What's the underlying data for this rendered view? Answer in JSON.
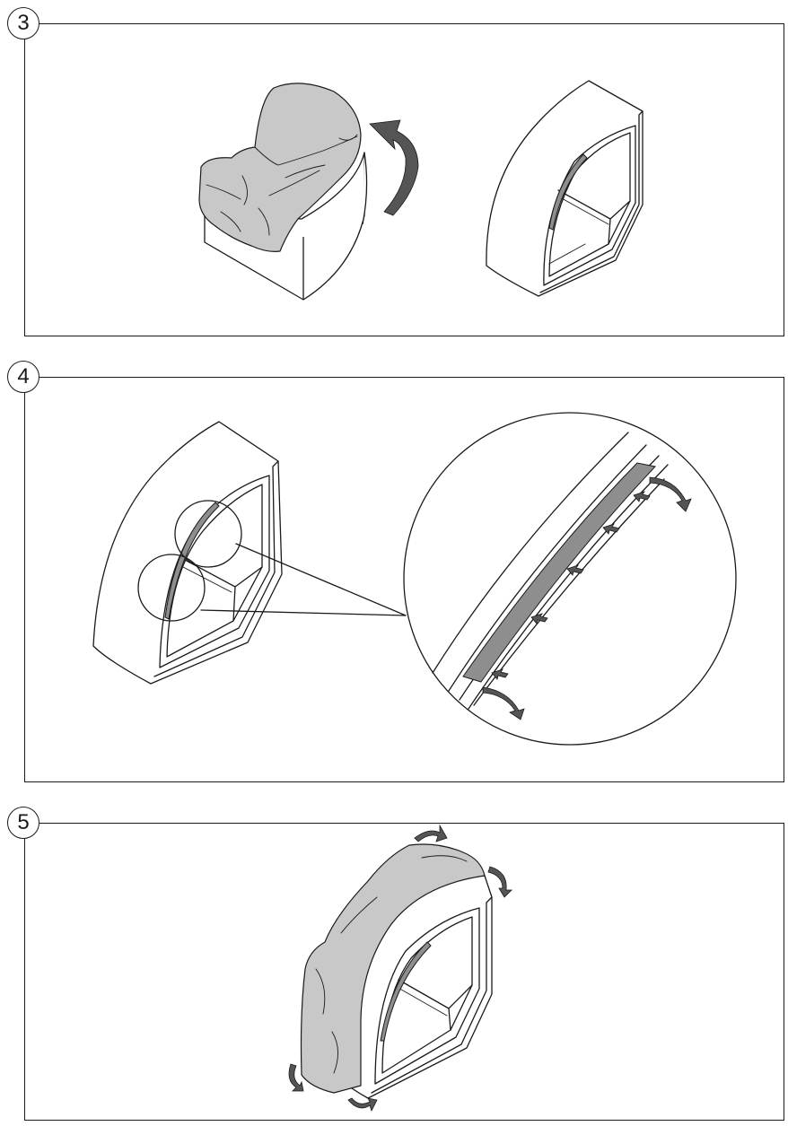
{
  "steps": [
    {
      "number": "3"
    },
    {
      "number": "4"
    },
    {
      "number": "5"
    }
  ],
  "colors": {
    "line": "#1a1a1a",
    "cover": "#c8c8c8",
    "strip": "#8e8e8e",
    "arrow": "#555555"
  },
  "icons": [
    "curved-arrow-icon",
    "small-arrow-icon",
    "magnifier-circle"
  ]
}
